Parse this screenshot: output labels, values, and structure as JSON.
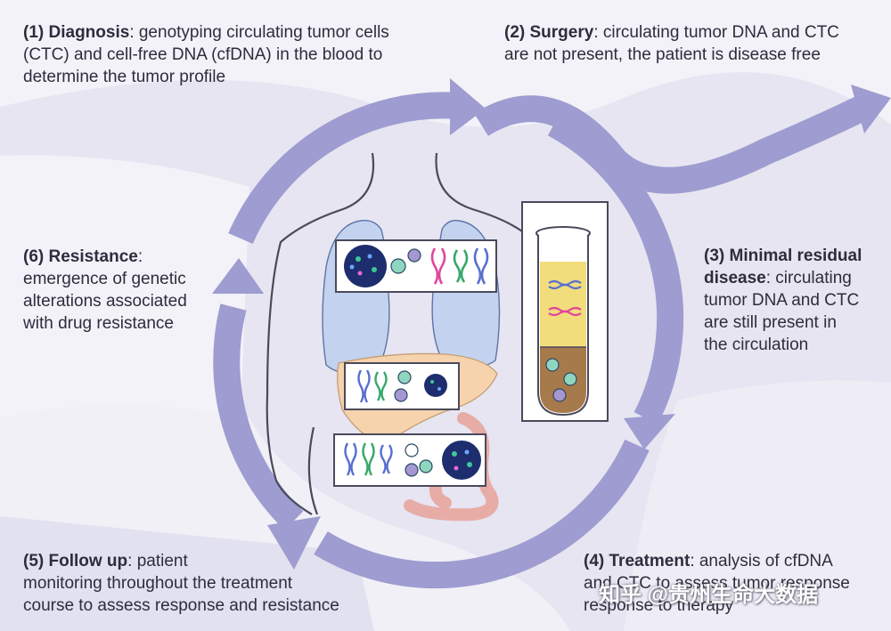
{
  "steps": {
    "diagnosis": {
      "title": "(1) Diagnosis",
      "lines": [
        ": genotyping circulating tumor cells",
        "(CTC) and cell-free DNA (cfDNA) in the blood to",
        "determine the tumor profile"
      ]
    },
    "surgery": {
      "title": "(2) Surgery",
      "lines": [
        ": circulating tumor DNA and CTC",
        "are not present, the patient is disease free"
      ]
    },
    "mrd": {
      "title_lines": [
        "(3) Minimal residual",
        "disease"
      ],
      "lines": [
        ": circulating",
        "tumor DNA and CTC",
        "are still present in",
        "the circulation"
      ]
    },
    "treatment": {
      "title": "(4) Treatment",
      "lines": [
        ": analysis of cfDNA",
        "and CTC to assess tumor response",
        "response to therapy"
      ]
    },
    "followup": {
      "title": "(5) Follow up",
      "lines": [
        ": patient",
        "monitoring throughout the treatment",
        "course to assess response and resistance"
      ]
    },
    "resistance": {
      "title": "(6) Resistance",
      "lines": [
        ":",
        "emergence of genetic",
        "alterations associated",
        "with drug resistance"
      ]
    }
  },
  "watermark": "知乎 @贵州生命大数据",
  "colors": {
    "background": "#e6e5f1",
    "band_light": "#f1f0f7",
    "band_dark": "#cdcbe2",
    "arrow": "#9e9cd0",
    "lung": "#c3d3ef",
    "liver": "#f6d2ad",
    "intestine": "#f4c4c0",
    "tube_plasma": "#f2dd7c",
    "tube_sediment": "#a77a4c",
    "dna_blue": "#5a6fcf",
    "dna_pink": "#e2459c",
    "dna_green": "#36a86a",
    "cell_teal": "#8fd6c0",
    "cell_purple": "#a597d2"
  },
  "icons": [
    "cycle-arrow-icon",
    "torso-outline-icon",
    "lungs-icon",
    "liver-icon",
    "intestine-icon",
    "blood-tube-icon",
    "tumor-cell-icon",
    "dna-strand-icon",
    "blood-cell-icon"
  ]
}
